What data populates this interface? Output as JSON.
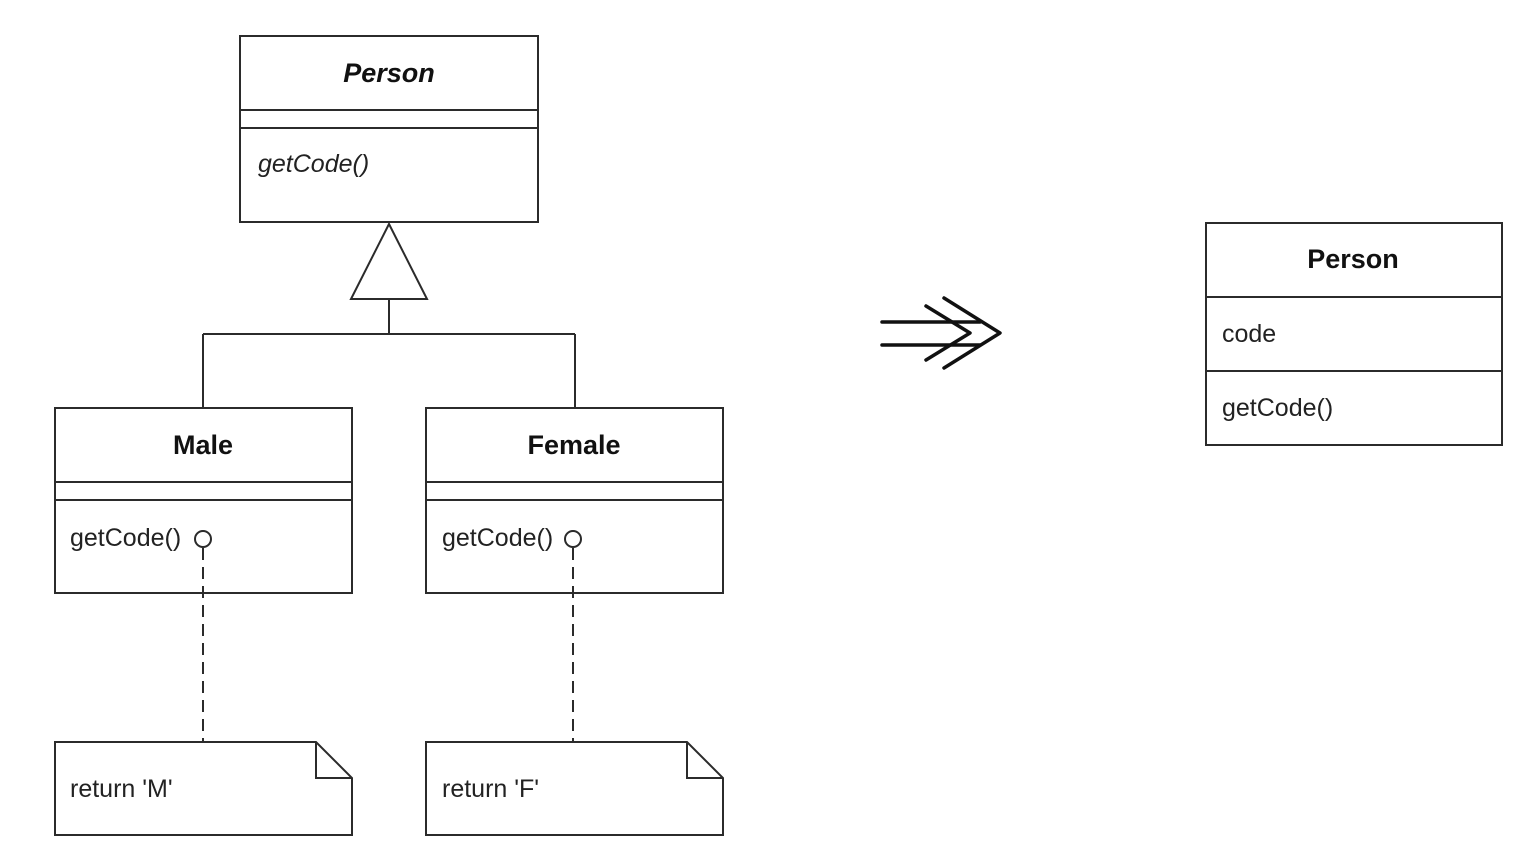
{
  "left": {
    "person": {
      "name": "Person",
      "operation": "getCode()"
    },
    "male": {
      "name": "Male",
      "operation": "getCode()",
      "note": "return 'M'"
    },
    "female": {
      "name": "Female",
      "operation": "getCode()",
      "note": "return 'F'"
    }
  },
  "right": {
    "person": {
      "name": "Person",
      "attribute": "code",
      "operation": "getCode()"
    }
  },
  "arrow_icon": "implies-arrow-icon"
}
